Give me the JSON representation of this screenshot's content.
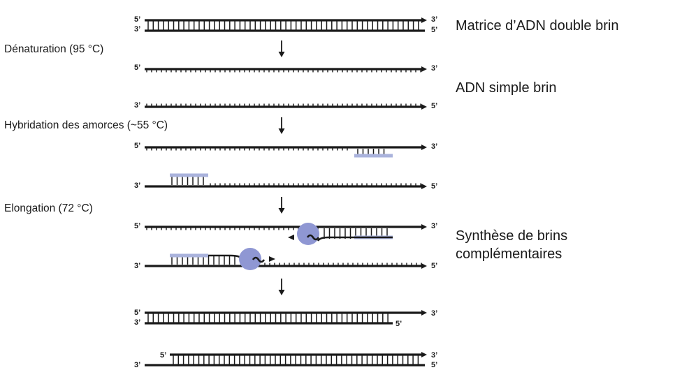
{
  "colors": {
    "strand": "#1a1a1a",
    "primer": "#aab3dc",
    "polymerase": "#8f97d3"
  },
  "steps": {
    "denaturation": "Dénaturation (95 °C)",
    "hybridization": "Hybridation des amorces (~55 °C)",
    "elongation": "Elongation (72 °C)"
  },
  "descriptions": {
    "template": "Matrice d’ADN double brin",
    "single_strand": "ADN simple brin",
    "synthesis_line1": "Synthèse de brins",
    "synthesis_line2": "complémentaires"
  },
  "ends": {
    "five": "5’",
    "three": "3’"
  }
}
